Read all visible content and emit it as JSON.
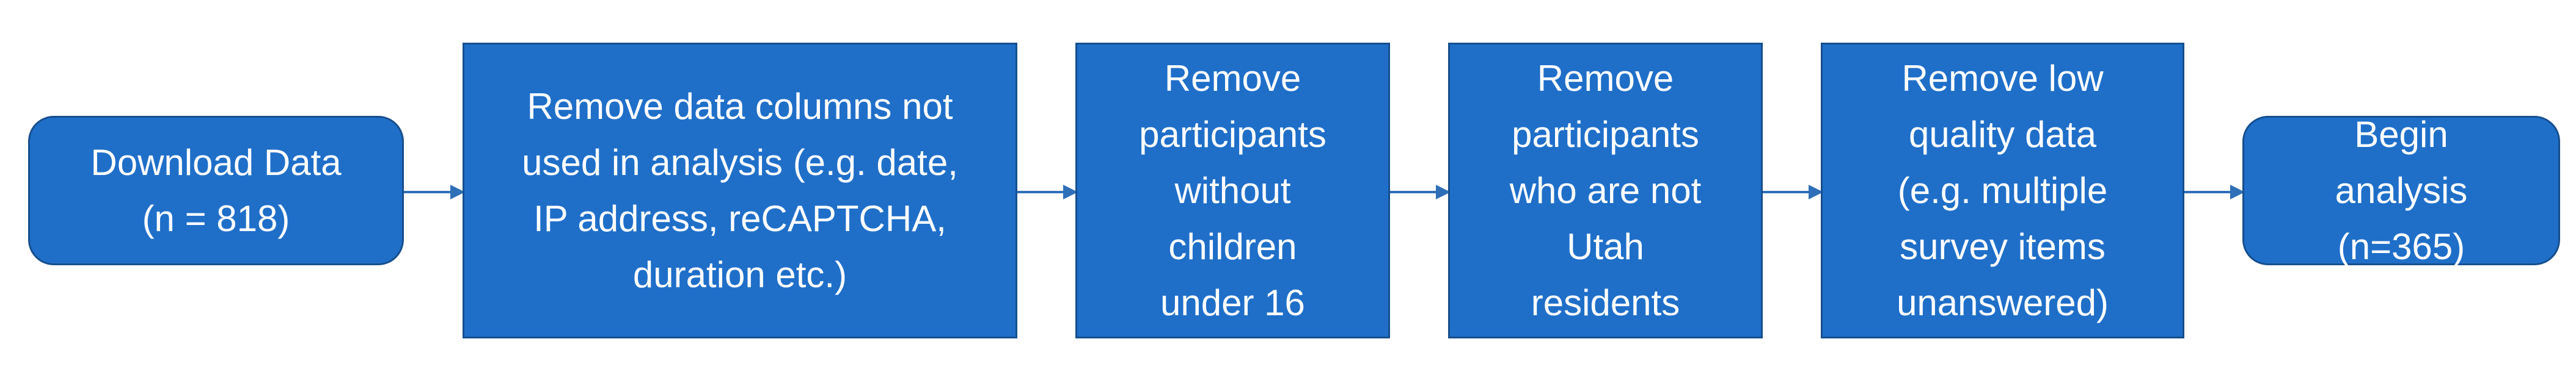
{
  "flowchart": {
    "steps": [
      {
        "label": "Download Data\n(n = 818)"
      },
      {
        "label": "Remove data columns not\nused in analysis (e.g. date,\nIP address, reCAPTCHA,\nduration etc.)"
      },
      {
        "label": "Remove\nparticipants\nwithout\nchildren\nunder 16"
      },
      {
        "label": "Remove\nparticipants\nwho are not\nUtah\nresidents"
      },
      {
        "label": "Remove low\nquality data\n(e.g. multiple\nsurvey items\nunanswered)"
      },
      {
        "label": "Begin\nanalysis\n(n=365)"
      }
    ],
    "colors": {
      "box_fill": "#1f6fc9",
      "box_border": "#164f8e",
      "arrow": "#2e6fb8",
      "text": "#ffffff"
    }
  }
}
